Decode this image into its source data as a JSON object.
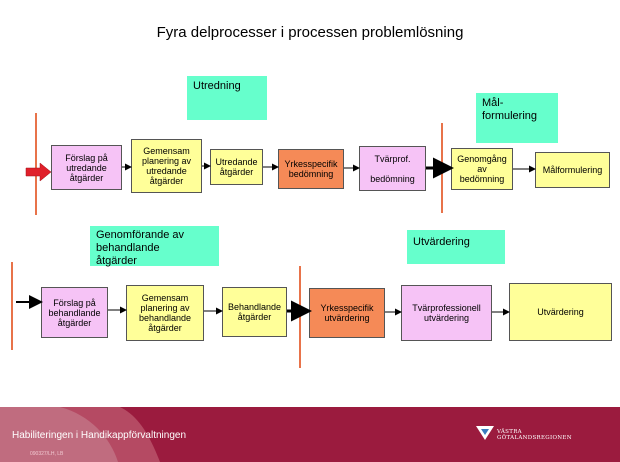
{
  "slide": {
    "title": "Fyra delprocesser i processen problemlösning",
    "footer_text": "Habiliteringen i Handikappförvaltningen",
    "footer_code": "090327/LH, LB",
    "logo_line1": "VÄSTRA",
    "logo_line2": "GÖTALANDSREGIONEN"
  },
  "labels": {
    "utredning": "Utredning",
    "malformulering": "Mål-\nformulering",
    "genomforande": "Genomförande av\nbehandlande\nåtgärder",
    "utvardering": "Utvärdering"
  },
  "row1": [
    {
      "text": "Förslag på\nutredande\nåtgärder"
    },
    {
      "text": "Gemensam\nplanering av\nutredande\nåtgärder"
    },
    {
      "text": "Utredande\nåtgärder"
    },
    {
      "text": "Yrkesspecifik\nbedömning"
    },
    {
      "text": "Tvärprof.\n\nbedömning"
    },
    {
      "text": "Genomgång\nav\nbedömning"
    },
    {
      "text": "Målformulering"
    }
  ],
  "row2": [
    {
      "text": "Förslag på\nbehandlande\nåtgärder"
    },
    {
      "text": "Gemensam\nplanering av\nbehandlande\nåtgärder"
    },
    {
      "text": "Behandlande\nåtgärder"
    },
    {
      "text": "Yrkesspecifik\nutvärdering"
    },
    {
      "text": "Tvärprofessionell\nutvärdering"
    },
    {
      "text": "Utvärdering"
    }
  ],
  "colors": {
    "label_bg": "#66ffcc",
    "pink": "#f6c3f6",
    "yellow": "#ffff99",
    "orange": "#f58a57",
    "footer": "#9b1b3e",
    "red_arrow": "#e0202a"
  }
}
